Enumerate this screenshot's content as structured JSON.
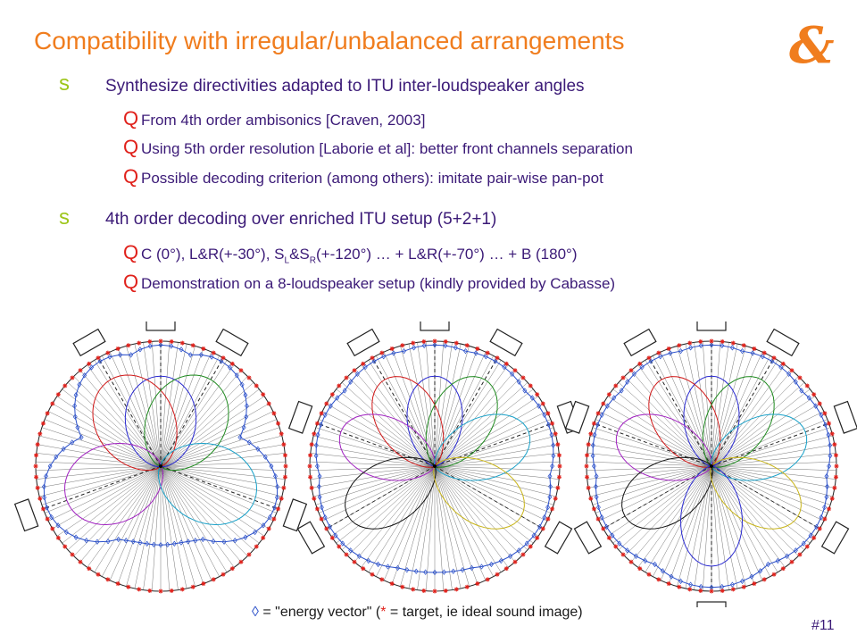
{
  "slide": {
    "title": "Compatibility with irregular/unbalanced arrangements",
    "page_number": "#11",
    "bullets": [
      {
        "text": "Synthesize directivities adapted to ITU inter-loudspeaker angles",
        "subs": [
          "From 4th order ambisonics [Craven, 2003]",
          "Using 5th order resolution [Laborie et al]: better front channels separation",
          "Possible decoding criterion (among others): imitate pair-wise pan-pot"
        ]
      },
      {
        "text": "4th order decoding over enriched ITU setup (5+2+1)",
        "subs": [
          "Demonstration on a 8-loudspeaker setup (kindly provided by Cabasse)"
        ]
      }
    ],
    "itu_line": {
      "p1": "C (0°), L&R(+-30°), S",
      "sub1": "L",
      "p2": "&S",
      "sub2": "R",
      "p3": "(+-120°) …  + L&R(+-70°) … + B (180°)"
    },
    "caption": {
      "diamond": "◊",
      "part1": " = \"energy vector\" (",
      "asterisk": "*",
      "part2": " = target, ie ideal sound image)"
    }
  },
  "diagrams": [
    {
      "speakers_deg": [
        0,
        30,
        -30,
        110,
        -110
      ],
      "lobe_colors": [
        "#2a2ad0",
        "#d01818",
        "#1f8a1f",
        "#a020c0",
        "#18a0c8"
      ]
    },
    {
      "speakers_deg": [
        0,
        30,
        -30,
        70,
        -70,
        120,
        -120
      ],
      "lobe_colors": [
        "#2a2ad0",
        "#d01818",
        "#1f8a1f",
        "#a020c0",
        "#18a0c8",
        "#111111",
        "#c8b418"
      ]
    },
    {
      "speakers_deg": [
        0,
        30,
        -30,
        70,
        -70,
        120,
        -120,
        180
      ],
      "lobe_colors": [
        "#2a2ad0",
        "#d01818",
        "#1f8a1f",
        "#a020c0",
        "#18a0c8",
        "#111111",
        "#c8b418",
        "#2a2ad0"
      ]
    }
  ],
  "colors": {
    "title": "#f07d1e",
    "text": "#3b1a77",
    "bullet_l1": "#9ec61b",
    "bullet_l2": "#e0211b",
    "target": "#e0211b",
    "energy": "#2a4fc9"
  },
  "icons": {
    "bullet_l1": "s",
    "bullet_l2": "Q",
    "logo": "ampersand-logo"
  }
}
